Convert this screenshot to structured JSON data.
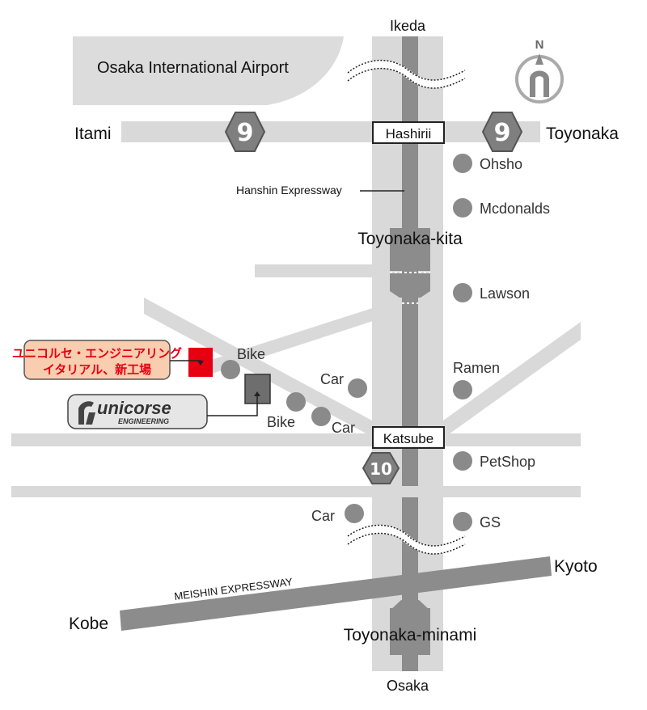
{
  "map": {
    "airport": "Osaka International Airport",
    "cities": {
      "north": "Ikeda",
      "south": "Osaka",
      "west": "Itami",
      "east": "Toyonaka",
      "kobe": "Kobe",
      "kyoto": "Kyoto"
    },
    "compass": "N",
    "routes": {
      "route9_left": "9",
      "route9_right": "9",
      "route10": "10"
    },
    "intersections": {
      "hashirii": "Hashirii",
      "katsube": "Katsube"
    },
    "expressways": {
      "hanshin": "Hanshin Expressway",
      "meishin": "MEISHIN EXPRESSWAY"
    },
    "interchanges": {
      "kita": "Toyonaka-kita",
      "minami": "Toyonaka-minami"
    },
    "pois_east": [
      "Ohsho",
      "Mcdonalds",
      "Lawson",
      "Ramen",
      "PetShop",
      "GS"
    ],
    "pois_west": {
      "bike1": "Bike",
      "car1": "Car",
      "bike2": "Bike",
      "car2": "Car",
      "car3": "Car"
    },
    "callouts": {
      "new_factory_line1": "ユニコルセ・エンジニアリング",
      "new_factory_line2": "イタリアル、新工場",
      "logo_main": "unicorse",
      "logo_sub": "ENGINEERING"
    },
    "colors": {
      "road_light": "#d9d9d9",
      "road_dark": "#8c8c8c",
      "poi_dot": "#8a8a8a",
      "new_factory": "#e60012",
      "callout_fill": "#f9cdb0",
      "callout_text": "#e60012",
      "shield": "#7f7f7f"
    }
  }
}
